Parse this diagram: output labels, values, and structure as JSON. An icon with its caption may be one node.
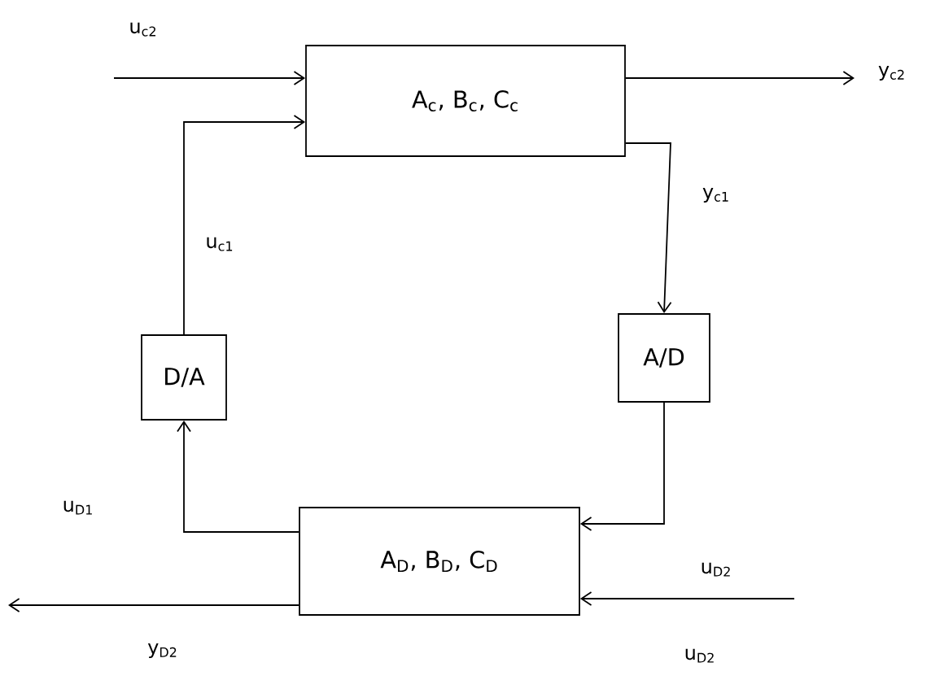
{
  "diagram": {
    "nodes": [
      {
        "text": [
          "A$_{c}$, B$_{c}$, C$_{c}$"
        ]
      },
      {
        "text": [
          "D/A"
        ]
      },
      {
        "text": [
          "A/D"
        ]
      },
      {
        "text": [
          "A$_{D}$, B$_{D}$, C$_{D}$"
        ]
      }
    ],
    "edges": [
      {
        "from": null,
        "to": 0,
        "arrow": "to",
        "label": "u$_{c2}$"
      },
      {
        "from": 0,
        "to": null,
        "arrow": "to",
        "label": "y$_{c2}$"
      },
      {
        "from": 0,
        "to": 2,
        "arrow": "to",
        "label": "y$_{c1}$"
      },
      {
        "from": 1,
        "to": 0,
        "arrow": "to",
        "label": "u$_{c1}$"
      },
      {
        "from": 2,
        "to": 3,
        "arrow": "to",
        "label": "u$_{D2}$"
      },
      {
        "from": 3,
        "to": 1,
        "arrow": "to",
        "label": "u$_{D1}$"
      },
      {
        "from": null,
        "to": 3,
        "arrow": "to",
        "label": "u$_{D2}$"
      },
      {
        "from": 3,
        "to": null,
        "arrow": "to",
        "label": "y$_{D2}$"
      }
    ]
  }
}
